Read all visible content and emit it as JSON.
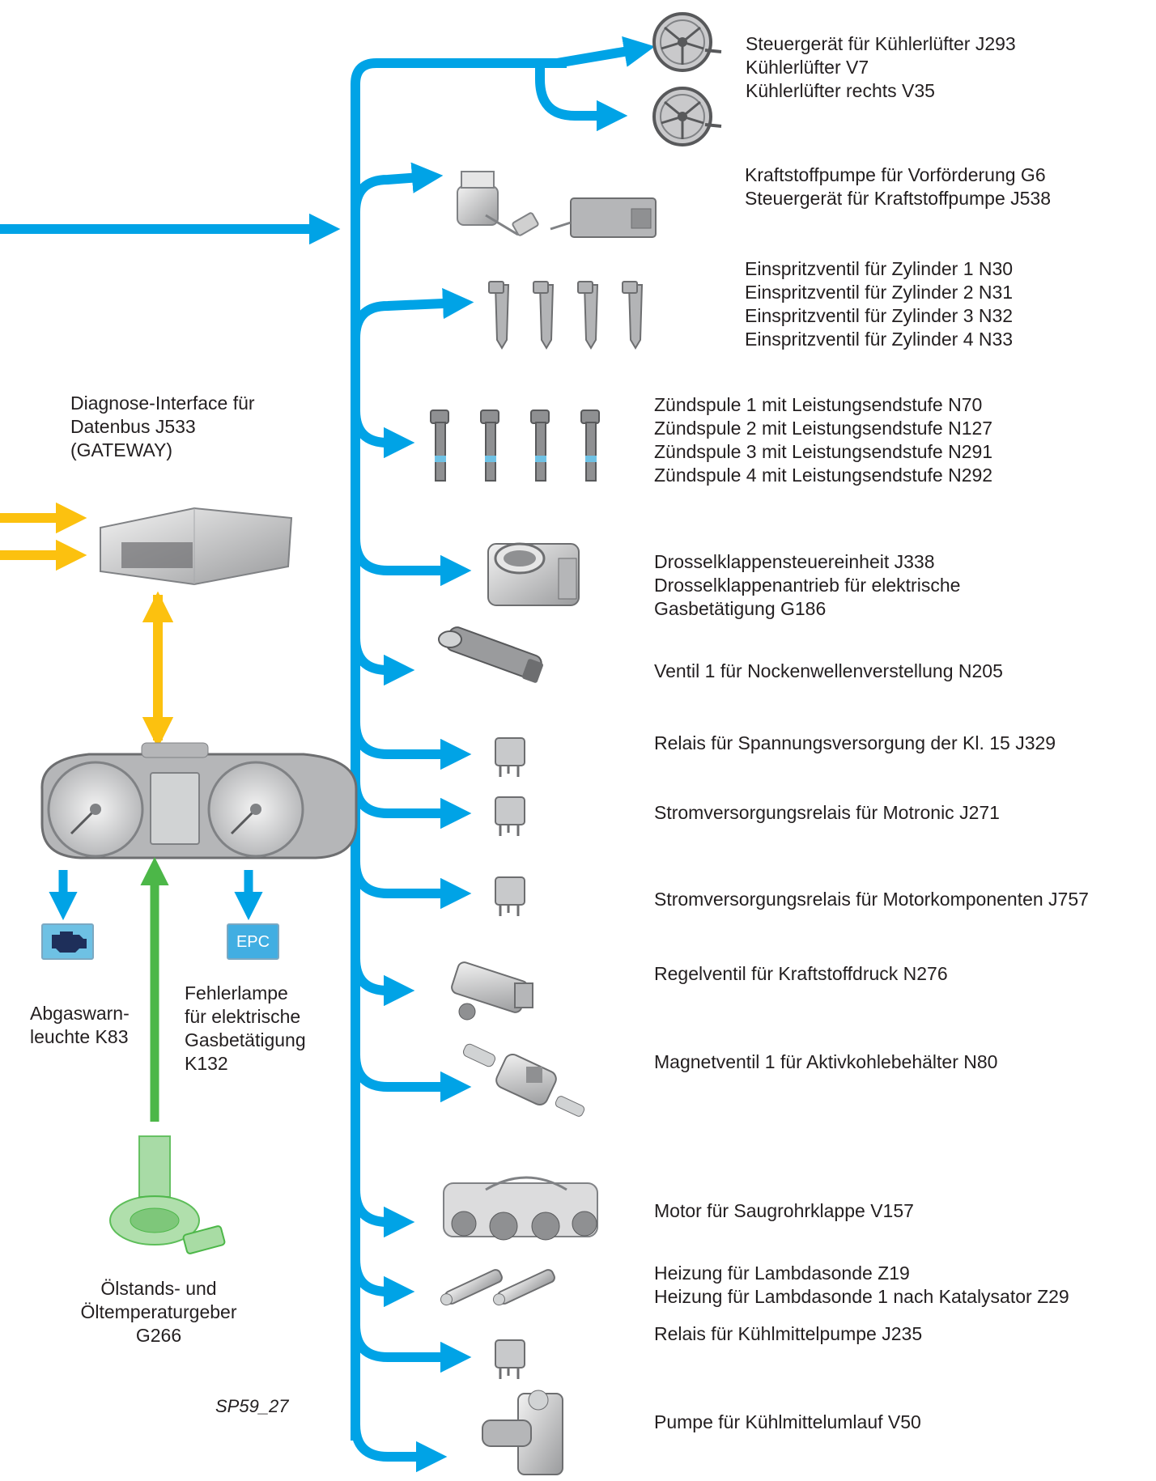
{
  "components": [
    {
      "lines": [
        "Steuergerät für Kühlerlüfter J293",
        "Kühlerlüfter V7",
        "Kühlerlüfter rechts V35"
      ],
      "icon": "radiator-fan-icon"
    },
    {
      "lines": [
        "Kraftstoffpumpe für Vorförderung G6",
        "Steuergerät für Kraftstoffpumpe J538"
      ],
      "icon": "fuel-pump-icon"
    },
    {
      "lines": [
        "Einspritzventil für Zylinder 1 N30",
        "Einspritzventil für Zylinder 2 N31",
        "Einspritzventil für Zylinder 3 N32",
        "Einspritzventil für Zylinder 4 N33"
      ],
      "icon": "injector-icon"
    },
    {
      "lines": [
        "Zündspule 1 mit Leistungsendstufe N70",
        "Zündspule 2 mit Leistungsendstufe N127",
        "Zündspule 3 mit Leistungsendstufe N291",
        "Zündspule 4 mit Leistungsendstufe N292"
      ],
      "icon": "ignition-coil-icon"
    },
    {
      "lines": [
        "Drosselklappensteuereinheit J338",
        "Drosselklappenantrieb für elektrische",
        "Gasbetätigung G186"
      ],
      "icon": "throttle-body-icon"
    },
    {
      "lines": [
        "Ventil 1 für Nockenwellenverstellung N205"
      ],
      "icon": "camshaft-valve-icon"
    },
    {
      "lines": [
        "Relais für Spannungsversorgung der Kl. 15 J329"
      ],
      "icon": "relay-icon"
    },
    {
      "lines": [
        "Stromversorgungsrelais für Motronic J271"
      ],
      "icon": "relay-icon"
    },
    {
      "lines": [
        "Stromversorgungsrelais für Motorkomponenten J757"
      ],
      "icon": "relay-icon"
    },
    {
      "lines": [
        "Regelventil für Kraftstoffdruck N276"
      ],
      "icon": "pressure-valve-icon"
    },
    {
      "lines": [
        "Magnetventil 1 für Aktivkohlebehälter N80"
      ],
      "icon": "solenoid-valve-icon"
    },
    {
      "lines": [
        "Motor für Saugrohrklappe V157"
      ],
      "icon": "intake-manifold-motor-icon"
    },
    {
      "lines": [
        "Heizung für Lambdasonde Z19",
        "Heizung für Lambdasonde 1 nach Katalysator Z29"
      ],
      "icon": "lambda-probe-icon"
    },
    {
      "lines": [
        "Relais für Kühlmittelpumpe J235"
      ],
      "icon": "relay-icon"
    },
    {
      "lines": [
        "Pumpe für Kühlmittelumlauf V50"
      ],
      "icon": "coolant-pump-icon"
    }
  ],
  "gateway": {
    "lines": [
      "Diagnose-Interface für",
      "Datenbus J533",
      "(GATEWAY)"
    ]
  },
  "warning_lamp": {
    "lines": [
      "Abgaswarn-",
      "leuchte K83"
    ]
  },
  "epc_lamp": {
    "lines": [
      "Fehlerlampe",
      "für elektrische",
      "Gasbetätigung",
      "K132"
    ],
    "badge": "EPC"
  },
  "oil_sensor": {
    "lines": [
      "Ölstands- und",
      "Öltemperaturgeber",
      "G266"
    ]
  },
  "figure_code": "SP59_27",
  "colors": {
    "bus": "#00a3e6",
    "can": "#fcc10f",
    "sensor": "#4cb748",
    "text": "#231f20"
  }
}
